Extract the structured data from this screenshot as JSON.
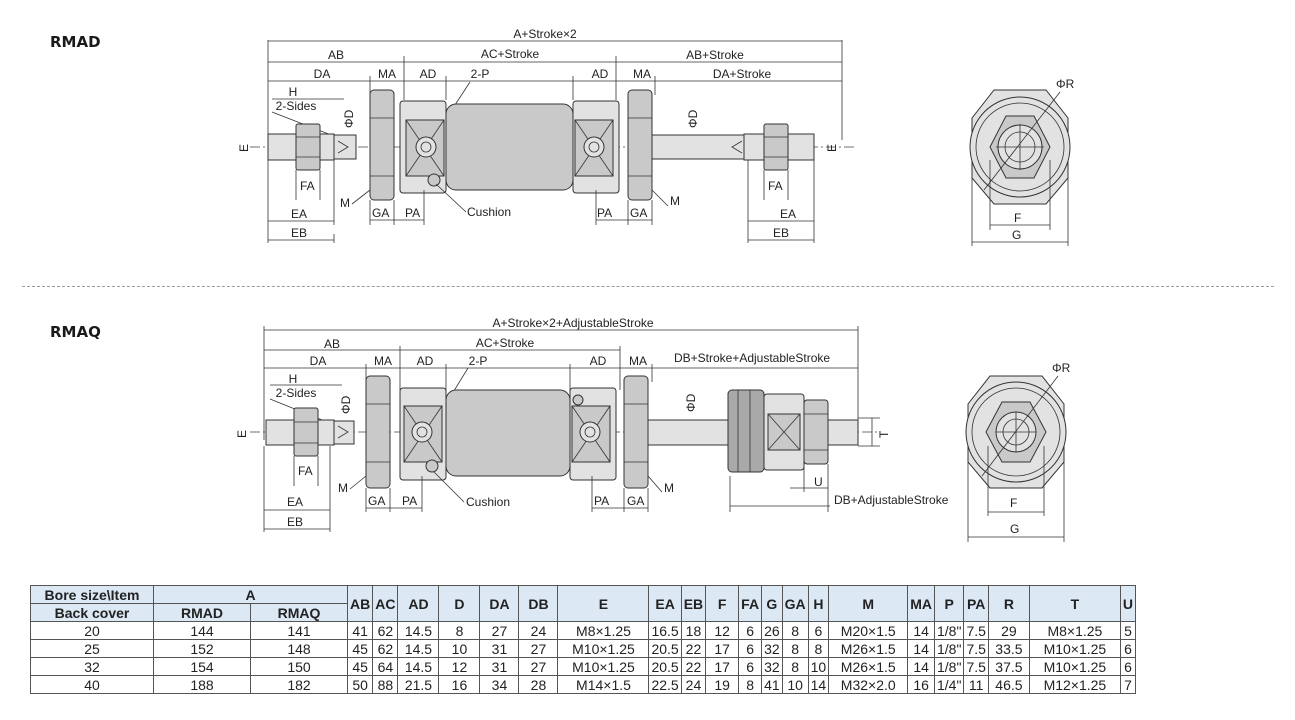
{
  "sections": [
    {
      "title": "RMAD",
      "dims": {
        "overall": "A+Stroke×2",
        "ab": "AB",
        "ac": "AC+Stroke",
        "ab_right": "AB+Stroke",
        "da": "DA",
        "ma": "MA",
        "ad": "AD",
        "p2": "2-P",
        "ad_r": "AD",
        "ma_r": "MA",
        "da_right": "DA+Stroke",
        "h": "H",
        "sides": "2-Sides",
        "phid": "ΦD",
        "phid_r": "ΦD",
        "e": "E",
        "e_r": "E",
        "fa": "FA",
        "fa_r": "FA",
        "m": "M",
        "m_r": "M",
        "ga": "GA",
        "pa": "PA",
        "cushion": "Cushion",
        "pa_r": "PA",
        "ga_r": "GA",
        "ea": "EA",
        "eb": "EB",
        "ea_r": "EA",
        "eb_r": "EB",
        "phir": "ΦR",
        "f": "F",
        "g": "G"
      }
    },
    {
      "title": "RMAQ",
      "dims": {
        "overall": "A+Stroke×2+AdjustableStroke",
        "ab": "AB",
        "ac": "AC+Stroke",
        "da": "DA",
        "ma": "MA",
        "ad": "AD",
        "p2": "2-P",
        "ad_r": "AD",
        "ma_r": "MA",
        "db_right": "DB+Stroke+AdjustableStroke",
        "h": "H",
        "sides": "2-Sides",
        "phid": "ΦD",
        "phid_r": "ΦD",
        "e": "E",
        "t": "T",
        "fa": "FA",
        "m": "M",
        "m_r": "M",
        "ga": "GA",
        "pa": "PA",
        "cushion": "Cushion",
        "pa_r": "PA",
        "ga_r": "GA",
        "u": "U",
        "db_adj": "DB+AdjustableStroke",
        "ea": "EA",
        "eb": "EB",
        "phir": "ΦR",
        "f": "F",
        "g": "G"
      }
    }
  ],
  "table": {
    "corner_top": "Bore size\\Item",
    "corner_bottom": "Back cover",
    "a_header": "A",
    "a_sub": [
      "RMAD",
      "RMAQ"
    ],
    "columns": [
      "AB",
      "AC",
      "AD",
      "D",
      "DA",
      "DB",
      "E",
      "EA",
      "EB",
      "F",
      "FA",
      "G",
      "GA",
      "H",
      "M",
      "MA",
      "P",
      "PA",
      "R",
      "T",
      "U"
    ],
    "rows": [
      [
        "20",
        "144",
        "141",
        "41",
        "62",
        "14.5",
        "8",
        "27",
        "24",
        "M8×1.25",
        "16.5",
        "18",
        "12",
        "6",
        "26",
        "8",
        "6",
        "M20×1.5",
        "14",
        "1/8\"",
        "7.5",
        "29",
        "M8×1.25",
        "5"
      ],
      [
        "25",
        "152",
        "148",
        "45",
        "62",
        "14.5",
        "10",
        "31",
        "27",
        "M10×1.25",
        "20.5",
        "22",
        "17",
        "6",
        "32",
        "8",
        "8",
        "M26×1.5",
        "14",
        "1/8\"",
        "7.5",
        "33.5",
        "M10×1.25",
        "6"
      ],
      [
        "32",
        "154",
        "150",
        "45",
        "64",
        "14.5",
        "12",
        "31",
        "27",
        "M10×1.25",
        "20.5",
        "22",
        "17",
        "6",
        "32",
        "8",
        "10",
        "M26×1.5",
        "14",
        "1/8\"",
        "7.5",
        "37.5",
        "M10×1.25",
        "6"
      ],
      [
        "40",
        "188",
        "182",
        "50",
        "88",
        "21.5",
        "16",
        "34",
        "28",
        "M14×1.5",
        "22.5",
        "24",
        "19",
        "8",
        "41",
        "10",
        "14",
        "M32×2.0",
        "16",
        "1/4\"",
        "11",
        "46.5",
        "M12×1.25",
        "7"
      ]
    ]
  }
}
